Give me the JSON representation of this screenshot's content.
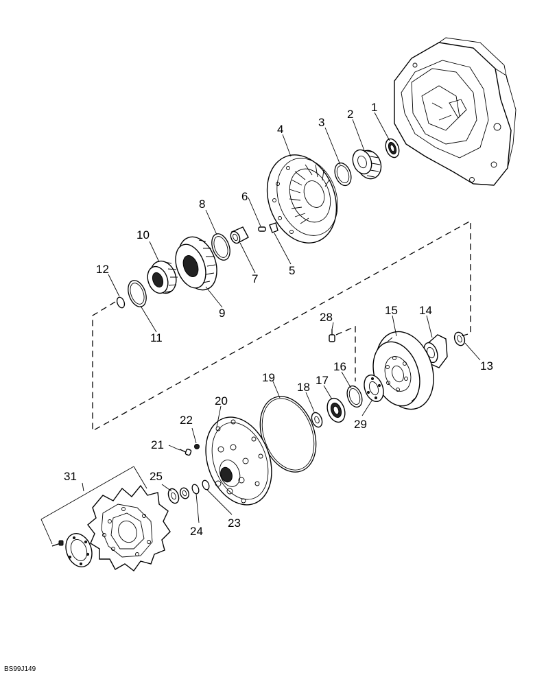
{
  "diagram": {
    "figure_ref": "BS99J149",
    "callouts": [
      {
        "id": "c1",
        "text": "1"
      },
      {
        "id": "c2",
        "text": "2"
      },
      {
        "id": "c3",
        "text": "3"
      },
      {
        "id": "c4",
        "text": "4"
      },
      {
        "id": "c5",
        "text": "5"
      },
      {
        "id": "c6",
        "text": "6"
      },
      {
        "id": "c7",
        "text": "7"
      },
      {
        "id": "c8",
        "text": "8"
      },
      {
        "id": "c9",
        "text": "9"
      },
      {
        "id": "c10",
        "text": "10"
      },
      {
        "id": "c11",
        "text": "11"
      },
      {
        "id": "c12",
        "text": "12"
      },
      {
        "id": "c13",
        "text": "13"
      },
      {
        "id": "c14",
        "text": "14"
      },
      {
        "id": "c15",
        "text": "15"
      },
      {
        "id": "c16",
        "text": "16"
      },
      {
        "id": "c17",
        "text": "17"
      },
      {
        "id": "c18",
        "text": "18"
      },
      {
        "id": "c19",
        "text": "19"
      },
      {
        "id": "c20",
        "text": "20"
      },
      {
        "id": "c21",
        "text": "21"
      },
      {
        "id": "c22",
        "text": "22"
      },
      {
        "id": "c23",
        "text": "23"
      },
      {
        "id": "c24",
        "text": "24"
      },
      {
        "id": "c25",
        "text": "25"
      },
      {
        "id": "c28",
        "text": "28"
      },
      {
        "id": "c29",
        "text": "29"
      },
      {
        "id": "c31",
        "text": "31"
      }
    ]
  }
}
